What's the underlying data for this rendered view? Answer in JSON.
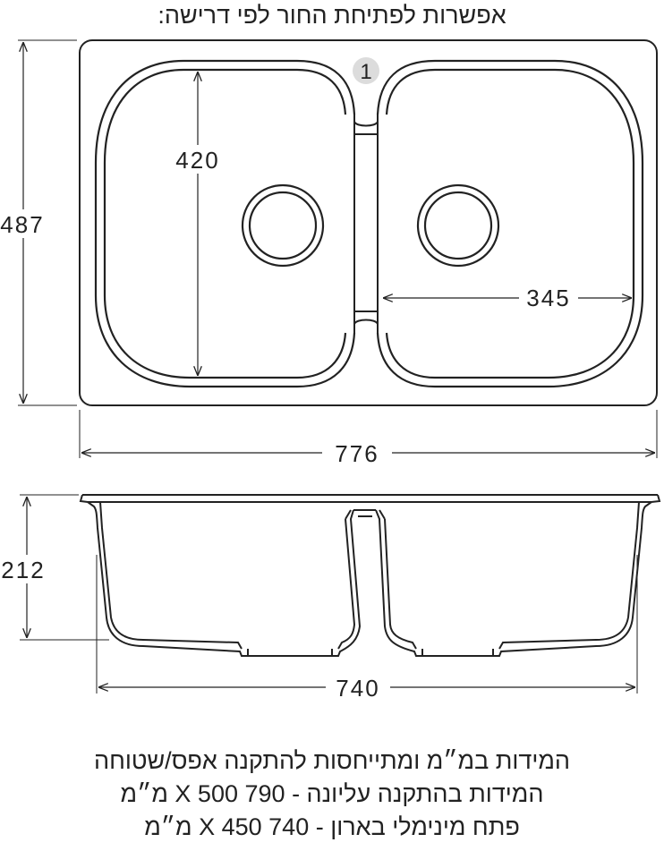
{
  "title": "אפשרות לפתיחת החור לפי דרישה:",
  "top_view": {
    "badge": "1",
    "dim_bowl_depth": "420",
    "dim_bowl_width": "345",
    "dim_total_depth": "487",
    "dim_total_width": "776"
  },
  "side_view": {
    "dim_height": "212",
    "dim_width": "740"
  },
  "notes": [
    "המידות במ״מ ומתייחסות להתקנה אפס/שטוחה",
    "המידות בהתקנה עליונה - 790 X 500 מ״מ",
    "פתח מינימלי בארון - 740 X 450 מ״מ"
  ]
}
